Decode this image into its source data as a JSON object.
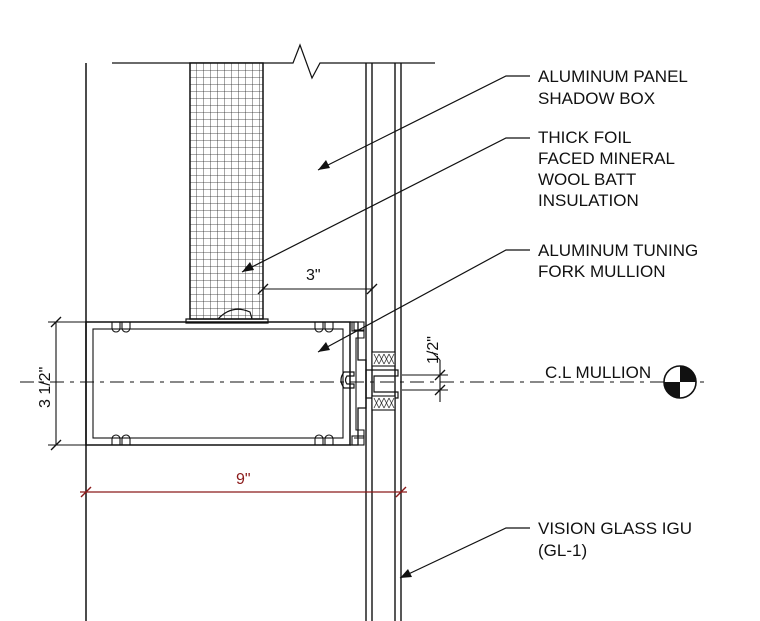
{
  "callouts": {
    "shadow_box": [
      "ALUMINUM PANEL",
      "SHADOW BOX"
    ],
    "insulation": [
      "THICK FOIL",
      "FACED MINERAL",
      "WOOL BATT",
      "INSULATION"
    ],
    "mullion": [
      "ALUMINUM TUNING",
      "FORK MULLION"
    ],
    "centerline": "C.L MULLION",
    "glass": [
      "VISION GLASS IGU",
      "(GL-1)"
    ]
  },
  "dimensions": {
    "gap": "3\"",
    "mullion_depth": "3 1/2\"",
    "offset": "1/2\"",
    "overall_width": "9\""
  },
  "colors": {
    "line": "#111111",
    "overall_dimension": "#8b1a1a"
  }
}
